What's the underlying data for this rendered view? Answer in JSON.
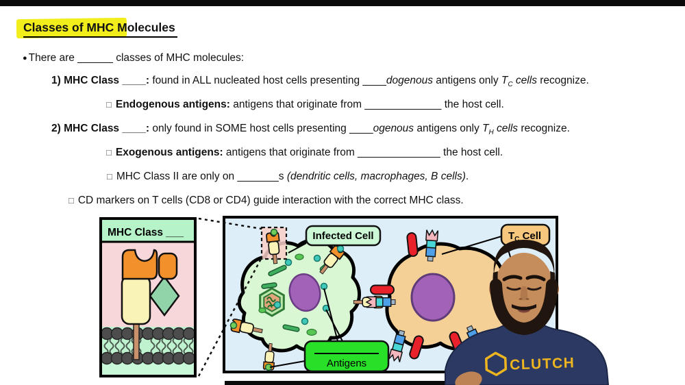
{
  "page": {
    "title": "Classes of MHC Molecules"
  },
  "content": {
    "intro": {
      "bullet": "●",
      "text": "There are ______ classes of MHC molecules:"
    },
    "point1": {
      "bold": "1) MHC Class ____:",
      "a": " found in ALL nucleated host cells presenting ____",
      "italic": "dogenous",
      "b": " antigens only ",
      "t": "T",
      "t_sub": "C",
      "t_rest": " cells",
      "c": " recognize."
    },
    "endogenous": {
      "checkbox": "□",
      "bold": "Endogenous antigens:",
      "a": " antigens that originate from _____________ the host cell."
    },
    "point2": {
      "bold": "2) MHC Class ____:",
      "a": " only found in SOME host cells presenting ____",
      "italic": "ogenous",
      "b": " antigens only ",
      "t": "T",
      "t_sub": "H",
      "t_rest": " cells",
      "c": " recognize."
    },
    "exogenous": {
      "checkbox": "□",
      "bold": "Exogenous antigens:",
      "a": " antigens that originate from ______________ the host cell."
    },
    "class2_note": {
      "checkbox": "□",
      "a": "MHC Class II are only on _______s ",
      "italic": "(dendritic cells, macrophages, B cells)",
      "b": "."
    },
    "cd_note": {
      "checkbox": "□",
      "a": "CD markers on T cells (CD8 or CD4) guide interaction with the correct MHC class."
    }
  },
  "figure": {
    "mhc_box_title": "MHC Class ___",
    "labels": {
      "infected_cell": "Infected Cell",
      "tc_t": "T",
      "tc_sub": "C",
      "tc_rest": " Cell",
      "antigens": "Antigens"
    }
  },
  "presenter": {
    "shirt_text": "CLUTCH"
  },
  "colors": {
    "highlight_yellow": "#F2EE1B",
    "diagram_bg": "#DDEEF8",
    "infected_cell_green": "#D9F7D2",
    "tc_cell_tan": "#F5D096",
    "nucleus_purple": "#A262B8",
    "antigen_teal": "#3FC9B8",
    "antigen_green": "#6FCF5A",
    "mhc_orange": "#F2902C",
    "mhc_body_cream": "#FAF3B8",
    "cd8_red": "#E8212A",
    "tcr_cyan": "#49D6D6",
    "tcr_blue": "#4D9FE8",
    "tcr_pink": "#F6B6BD",
    "antigens_label_green": "#29E029",
    "infected_label_mint": "#CCF8D6",
    "tc_label_tan": "#F6C77C",
    "mhc_box_header_mint": "#B6F3C8",
    "mhc_box_body_pink": "#F8D7DA",
    "shirt_navy": "#2C3A63",
    "clutch_gold": "#EDB51F"
  }
}
